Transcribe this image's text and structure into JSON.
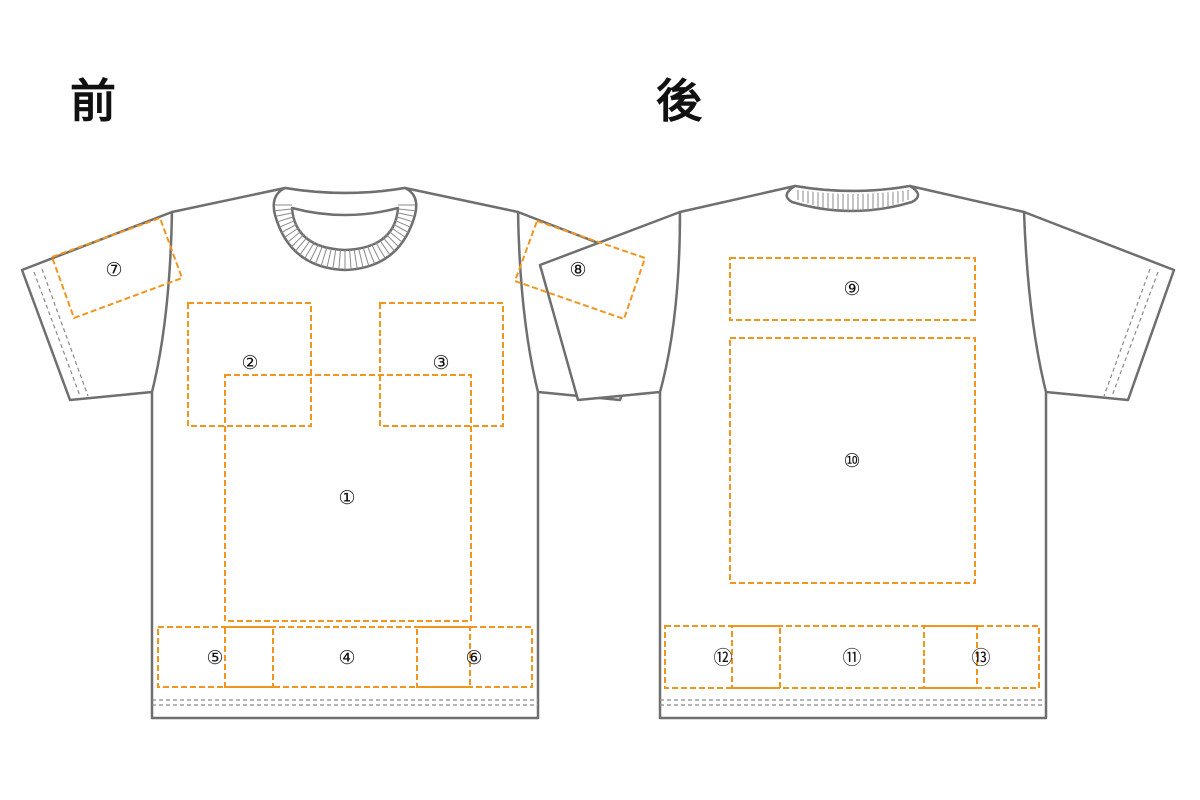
{
  "front": {
    "title": "前"
  },
  "back": {
    "title": "後"
  },
  "colors": {
    "outline": "#6f6f6f",
    "zone": "#f0961e",
    "stitch": "#8a8a8a",
    "text": "#111111"
  },
  "zones": {
    "z1": "①",
    "z2": "②",
    "z3": "③",
    "z4": "④",
    "z5": "⑤",
    "z6": "⑥",
    "z7": "⑦",
    "z8": "⑧",
    "z9": "⑨",
    "z10": "⑩",
    "z11": "⑪",
    "z12": "⑫",
    "z13": "⑬"
  }
}
